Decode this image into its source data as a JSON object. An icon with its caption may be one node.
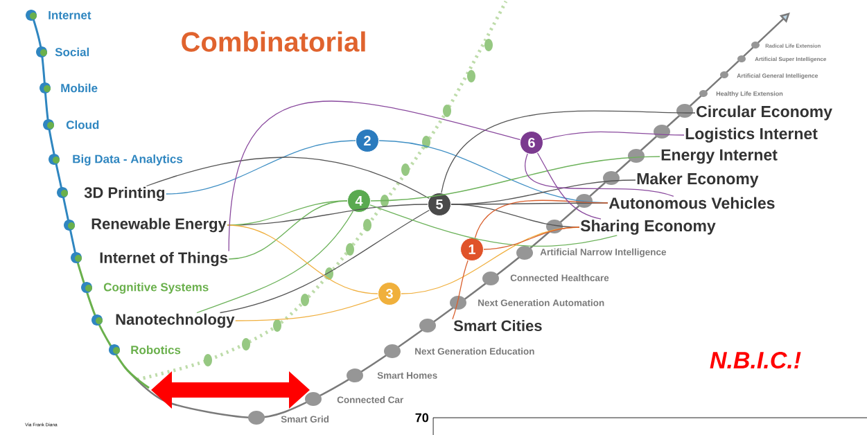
{
  "diagram": {
    "title": "Combinatorial",
    "nodes": [
      {
        "text": [
          "3D Printing"
        ]
      },
      {
        "text": [
          "Renewable Energy"
        ]
      },
      {
        "text": [
          "Internet of Things"
        ]
      },
      {
        "text": [
          "Nanotechnology"
        ]
      },
      {
        "text": [
          "2"
        ]
      },
      {
        "text": [
          "4"
        ]
      },
      {
        "text": [
          "3"
        ]
      },
      {
        "text": [
          "5"
        ]
      },
      {
        "text": [
          "1"
        ]
      },
      {
        "text": [
          "6"
        ]
      },
      {
        "text": [
          "Circular Economy"
        ]
      },
      {
        "text": [
          "Logistics Internet"
        ]
      },
      {
        "text": [
          "Energy Internet"
        ]
      },
      {
        "text": [
          "Maker Economy"
        ]
      },
      {
        "text": [
          "Autonomous Vehicles"
        ]
      },
      {
        "text": [
          "Sharing Economy"
        ]
      },
      {
        "text": [
          "Smart Cities"
        ]
      }
    ],
    "edges": [
      {
        "from": 0,
        "to": 4,
        "arrow": "none",
        "color": "#3f8fc4"
      },
      {
        "from": 4,
        "to": 14,
        "arrow": "none",
        "color": "#3f8fc4"
      },
      {
        "from": 0,
        "to": 7,
        "arrow": "none",
        "color": "#555555"
      },
      {
        "from": 1,
        "to": 7,
        "arrow": "none",
        "color": "#555555"
      },
      {
        "from": 3,
        "to": 7,
        "arrow": "none",
        "color": "#555555"
      },
      {
        "from": 7,
        "to": 10,
        "arrow": "none",
        "color": "#555555"
      },
      {
        "from": 7,
        "to": 13,
        "arrow": "none",
        "color": "#555555"
      },
      {
        "from": 7,
        "to": 14,
        "arrow": "none",
        "color": "#555555"
      },
      {
        "from": 7,
        "to": 15,
        "arrow": "none",
        "color": "#555555"
      },
      {
        "from": 1,
        "to": 5,
        "arrow": "none",
        "color": "#6cb25a"
      },
      {
        "from": 2,
        "to": 5,
        "arrow": "none",
        "color": "#6cb25a"
      },
      {
        "from": 3,
        "to": 5,
        "arrow": "none",
        "color": "#6cb25a"
      },
      {
        "from": 5,
        "to": 12,
        "arrow": "none",
        "color": "#6cb25a"
      },
      {
        "from": 5,
        "to": 15,
        "arrow": "none",
        "color": "#6cb25a"
      },
      {
        "from": 1,
        "to": 6,
        "arrow": "none",
        "color": "#f0b040"
      },
      {
        "from": 3,
        "to": 6,
        "arrow": "none",
        "color": "#f0b040"
      },
      {
        "from": 6,
        "to": 15,
        "arrow": "none",
        "color": "#f0b040"
      },
      {
        "from": 16,
        "to": 8,
        "arrow": "none",
        "color": "#d9602e"
      },
      {
        "from": 8,
        "to": 15,
        "arrow": "none",
        "color": "#d9602e"
      },
      {
        "from": 8,
        "to": 14,
        "arrow": "none",
        "color": "#d9602e"
      },
      {
        "from": 2,
        "to": 9,
        "arrow": "none",
        "color": "#8a4a9e"
      },
      {
        "from": 9,
        "to": 11,
        "arrow": "none",
        "color": "#8a4a9e"
      },
      {
        "from": 9,
        "to": 14,
        "arrow": "none",
        "color": "#8a4a9e"
      },
      {
        "from": 9,
        "to": 15,
        "arrow": "none",
        "color": "#8a4a9e"
      }
    ],
    "labels": [
      "Internet",
      "Social",
      "Mobile",
      "Cloud",
      "Big Data - Analytics",
      "Cognitive Systems",
      "Robotics",
      "Radical Life Extension",
      "Artificial Super Intelligence",
      "Artificial General Intelligence",
      "Healthy Life Extension",
      "Artificial Narrow Intelligence",
      "Connected Healthcare",
      "Next Generation Automation",
      "Next Generation Education",
      "Smart Homes",
      "Connected Car",
      "Smart Grid",
      "N.B.I.C.!",
      "70",
      "Via Frank Diana"
    ]
  }
}
